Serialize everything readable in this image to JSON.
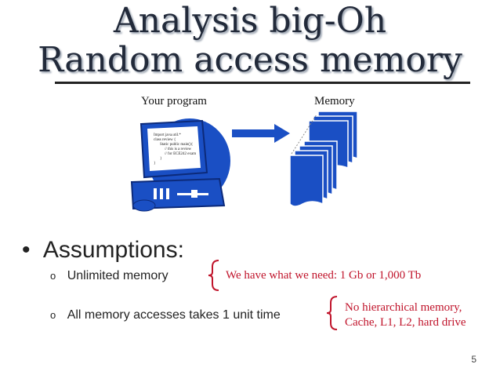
{
  "title": {
    "line1": "Analysis big-Oh",
    "line2": "Random access memory"
  },
  "diagram": {
    "program_label": "Your program",
    "memory_label": "Memory",
    "code_lines": [
      "Import java.util.*",
      "class review {",
      "Static public main(){",
      "// this is a review",
      "// for ECE242 exam",
      "}",
      "}"
    ]
  },
  "bullets": {
    "heading": "Assumptions:",
    "items": [
      {
        "marker": "o",
        "text": "Unlimited memory",
        "note_lines": [
          "We have what we need: 1 Gb or 1,000 Tb"
        ]
      },
      {
        "marker": "o",
        "text": "All memory accesses takes 1 unit time",
        "note_lines": [
          "No hierarchical memory,",
          "Cache, L1, L2, hard drive"
        ]
      }
    ]
  },
  "slide_number": "5",
  "colors": {
    "accent_blue": "#1a4fc4",
    "note_red": "#c0142b",
    "title": "#222a3a"
  }
}
